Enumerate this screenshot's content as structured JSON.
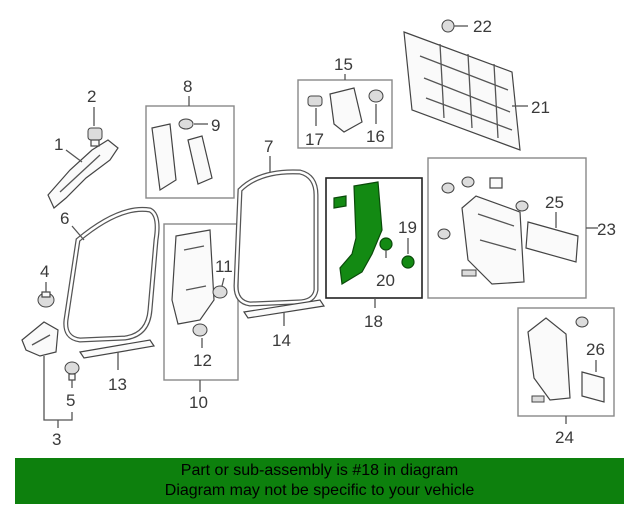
{
  "callouts": {
    "n1": "1",
    "n2": "2",
    "n3": "3",
    "n4": "4",
    "n5": "5",
    "n6": "6",
    "n7": "7",
    "n8": "8",
    "n9": "9",
    "n10": "10",
    "n11": "11",
    "n12": "12",
    "n13": "13",
    "n14": "14",
    "n15": "15",
    "n16": "16",
    "n17": "17",
    "n18": "18",
    "n19": "19",
    "n20": "20",
    "n21": "21",
    "n22": "22",
    "n23": "23",
    "n24": "24",
    "n25": "25",
    "n26": "26"
  },
  "banner": {
    "line1": "Part or sub-assembly is #18 in diagram",
    "line2": "Diagram may not be specific to your vehicle"
  },
  "colors": {
    "highlight": "#138a13",
    "banner": "#0d800d"
  }
}
